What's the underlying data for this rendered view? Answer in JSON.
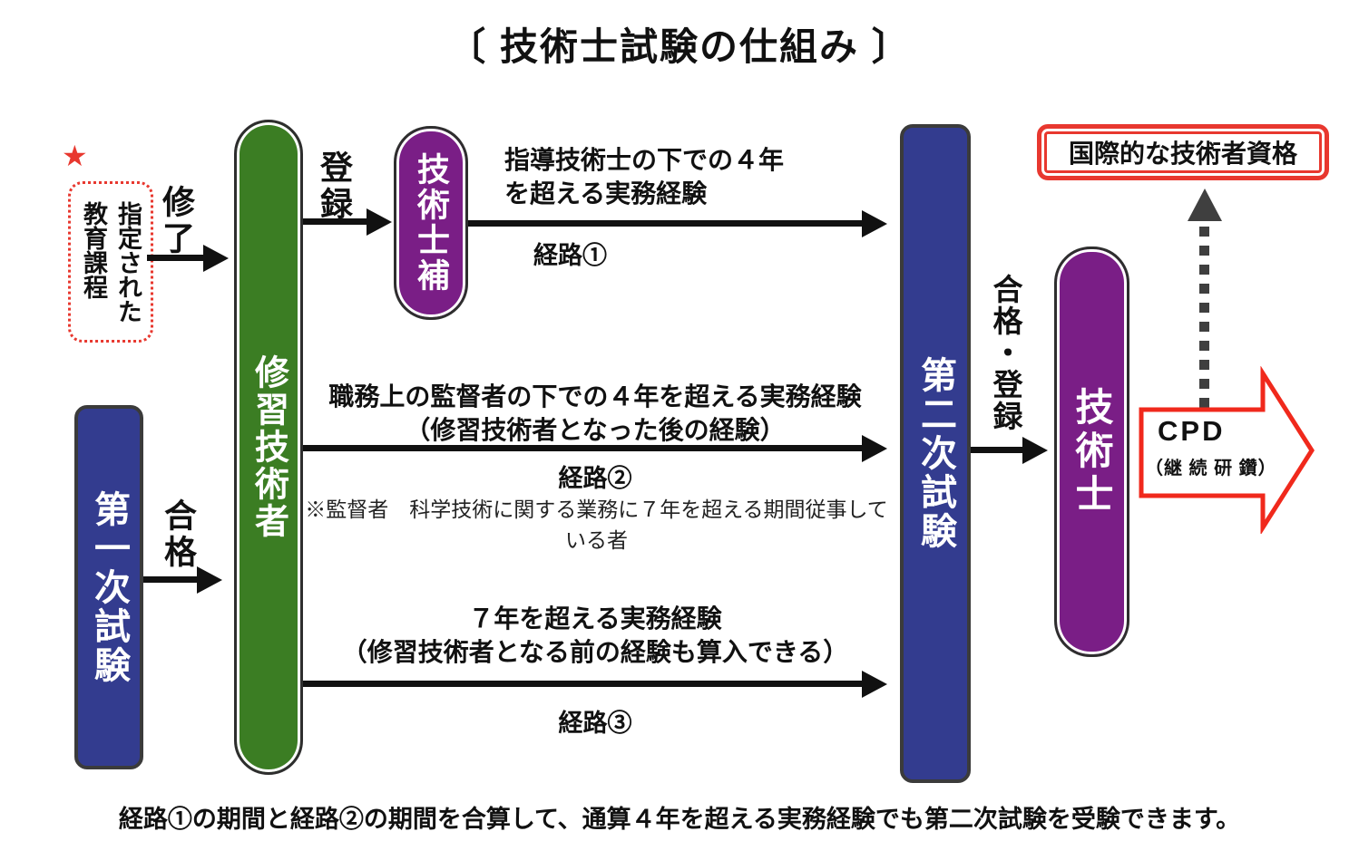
{
  "title": "〔 技術士試験の仕組み 〕",
  "colors": {
    "green_bar": "#3b7d23",
    "blue_bar": "#333c8f",
    "purple_bar": "#7a1e86",
    "red_accent": "#e8382f",
    "cpd_red": "#f0291c",
    "arrow_black": "#111111",
    "dotted_arrow_gray": "#3f3f3f"
  },
  "left_column": {
    "star_icon": "★",
    "designated_course": {
      "line1": "指定された",
      "line2": "教育課程"
    },
    "completion_label": "修了",
    "first_exam_label": "第一次試験",
    "pass_label": "合格"
  },
  "center": {
    "trainee_label": "修習技術者",
    "registration_label": "登録",
    "assistant_label": "技術士補",
    "second_exam_label": "第二次試験",
    "routes": [
      {
        "desc_line1": "指導技術士の下での４年",
        "desc_line2": "を超える実務経験",
        "label": "経路①"
      },
      {
        "desc_line1": "職務上の監督者の下での４年を超える実務経験",
        "desc_line2": "（修習技術者となった後の経験）",
        "label": "経路②",
        "note": "※監督者　科学技術に関する業務に７年を超える期間従事している者"
      },
      {
        "desc_line1": "７年を超える実務経験",
        "desc_line2": "（修習技術者となる前の経験も算入できる）",
        "label": "経路③"
      }
    ]
  },
  "right_column": {
    "pass_register_label": "合格・登録",
    "engineer_label": "技術士",
    "intl_cert_label": "国際的な技術者資格",
    "cpd": {
      "title": "CPD",
      "subtitle": "（継 続 研 鑽）"
    }
  },
  "footer": "経路①の期間と経路②の期間を合算して、通算４年を超える実務経験でも第二次試験を受験できます。"
}
